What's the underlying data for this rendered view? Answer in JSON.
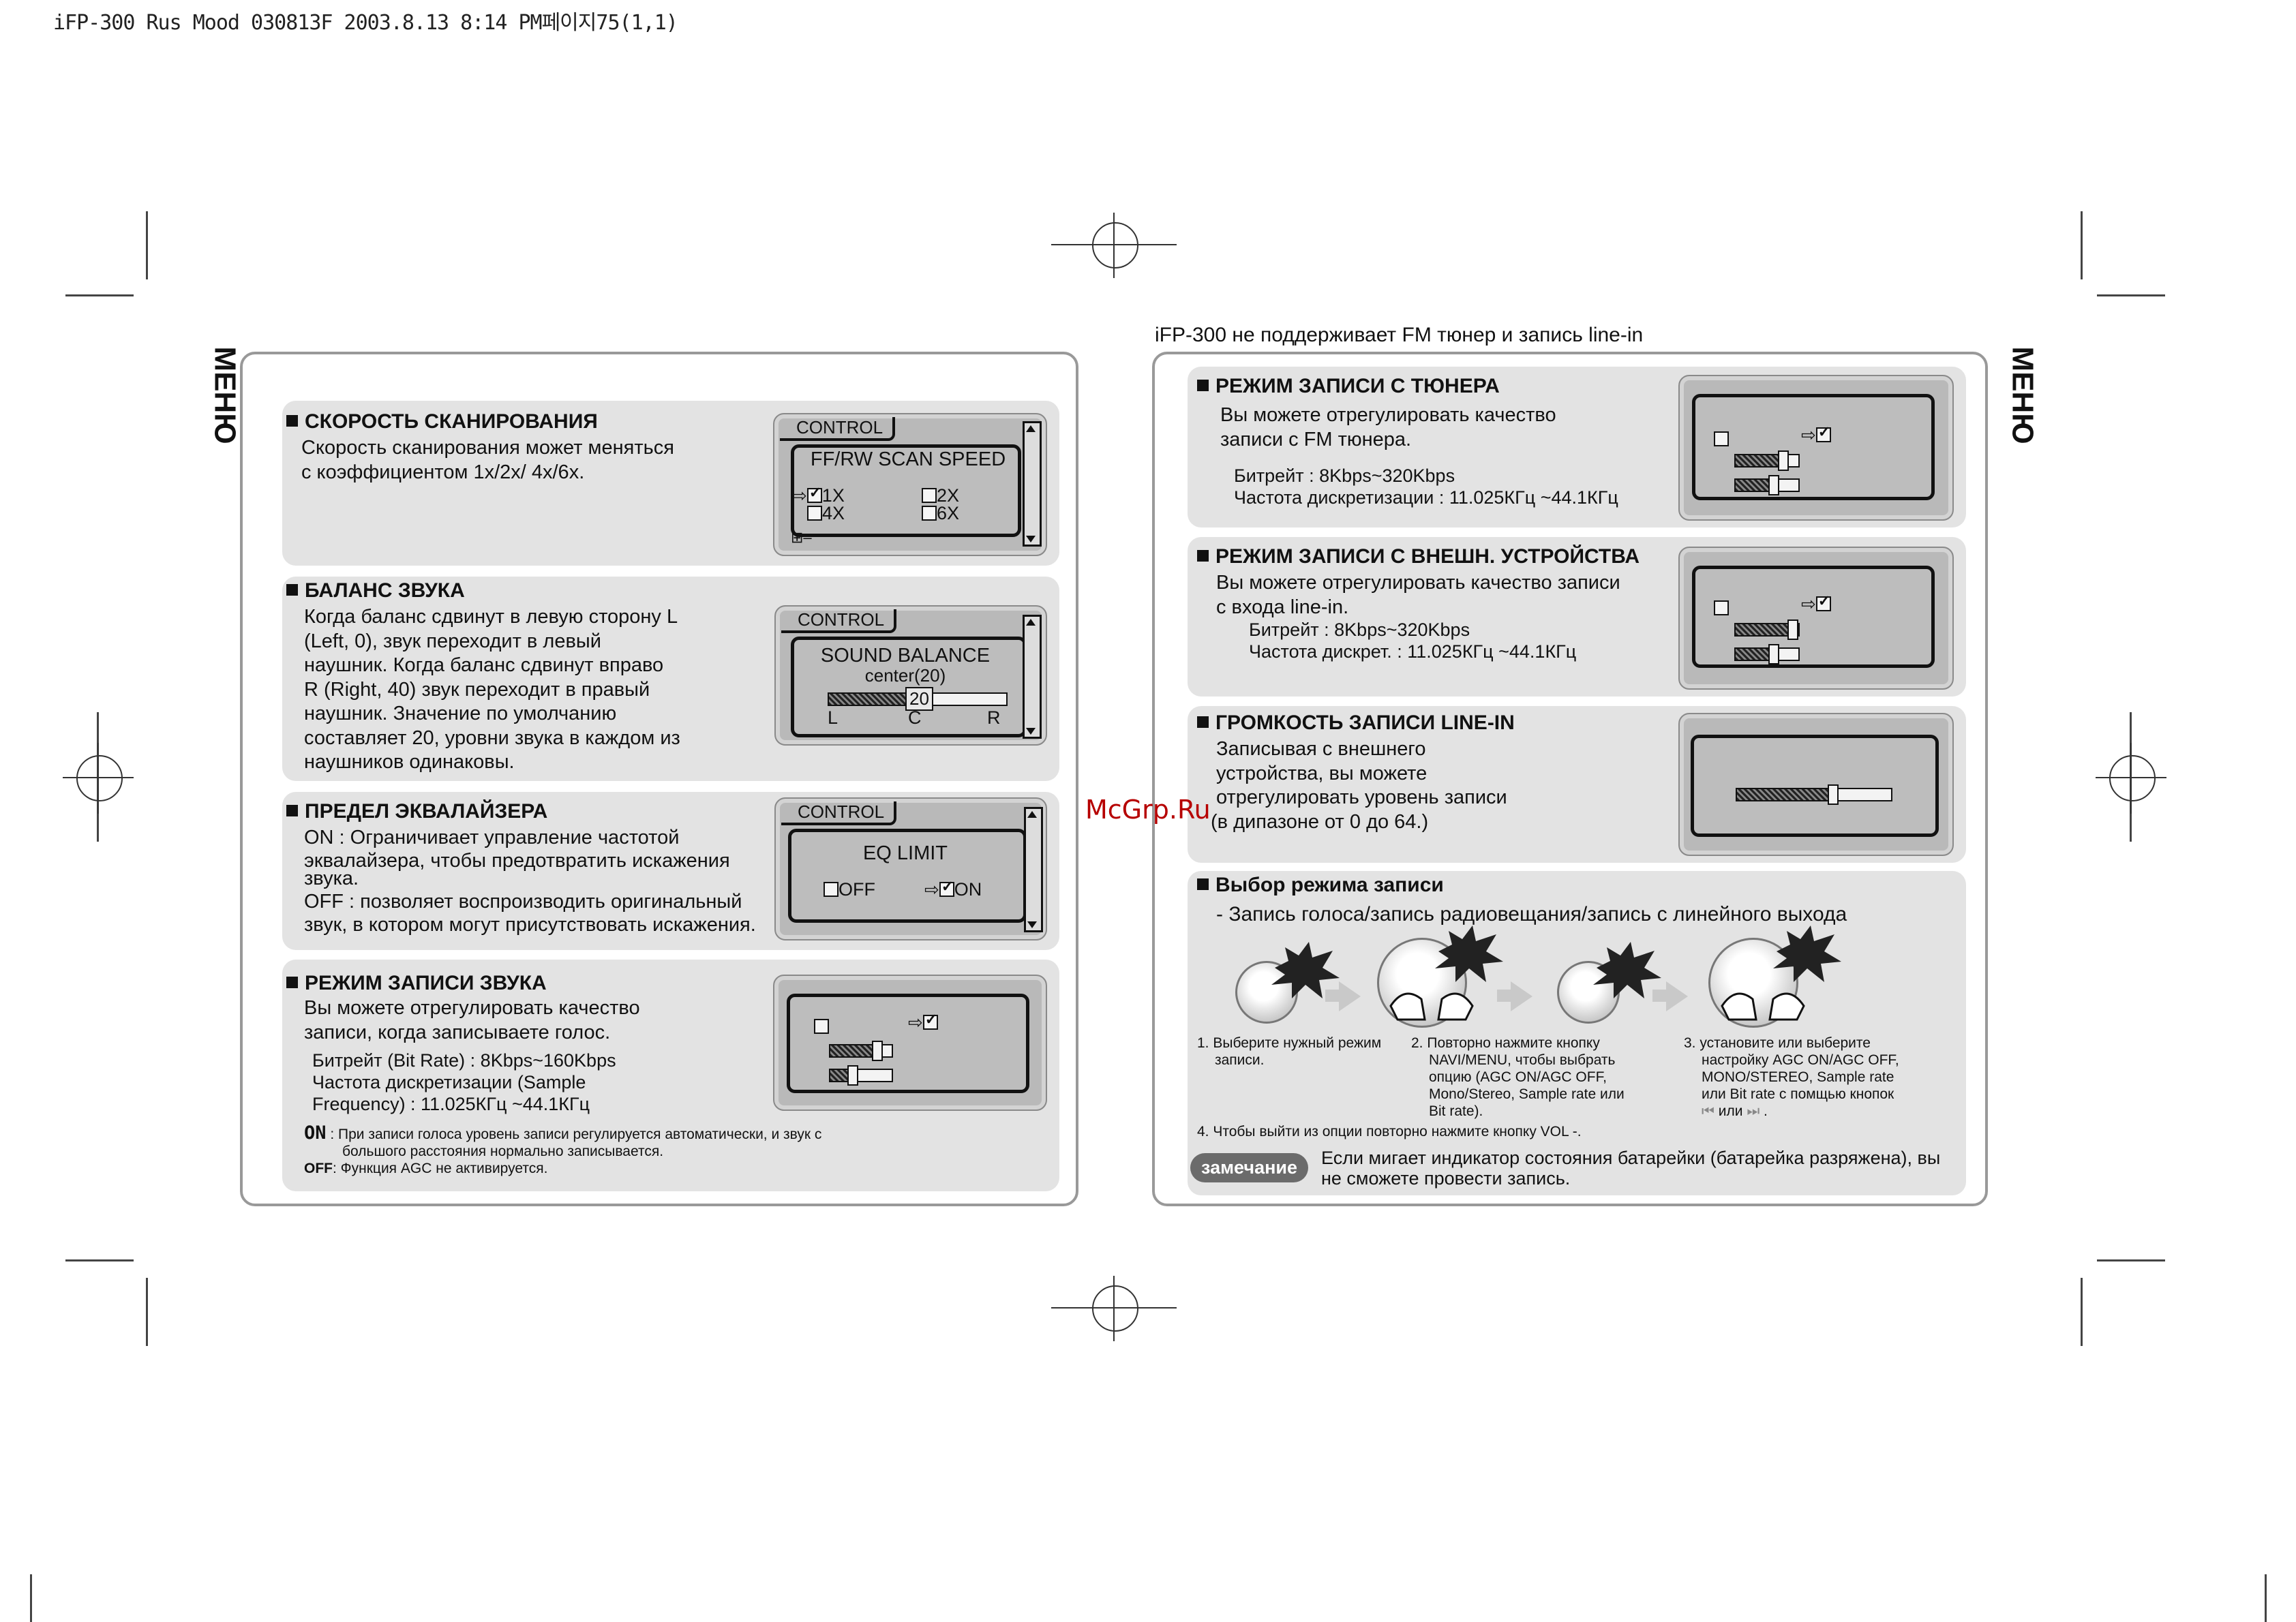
{
  "header": {
    "text": "iFP-300 Rus Mood 030813F  2003.8.13 8:14 PM페이지75(1,1)"
  },
  "side_labels": {
    "left": "МЕНЮ",
    "right": "МЕНЮ"
  },
  "right_page_note": "iFP-300 не поддерживает FM тюнер и запись line-in",
  "watermark": "McGrp.Ru",
  "left": {
    "scan": {
      "title": "СКОРОСТЬ СКАНИРОВАНИЯ",
      "lines": [
        "Скорость сканирования может меняться",
        "с коэффициентом 1x/2x/ 4x/6x."
      ],
      "lcd": {
        "tab": "CONTROL",
        "heading": "FF/RW SCAN SPEED",
        "opt1": "1X",
        "opt2": "2X",
        "opt3": "4X",
        "opt4": "6X",
        "icon": "⊞–"
      }
    },
    "balance": {
      "title": "БАЛАНС ЗВУКА",
      "lines": [
        "Когда баланс сдвинут в левую сторону L",
        "(Left, 0), звук переходит в левый",
        "наушник. Когда баланс сдвинут вправо",
        "R (Right, 40) звук переходит в правый",
        "наушник.  Значение по умолчанию",
        "составляет 20, уровни звука в каждом из",
        "наушников одинаковы."
      ],
      "lcd": {
        "tab": "CONTROL",
        "heading": "SOUND BALANCE",
        "sub": "center(20)",
        "value": "20",
        "l": "L",
        "c": "C",
        "r": "R",
        "level": 0.5
      }
    },
    "eq": {
      "title": "ПРЕДЕЛ ЭКВАЛАЙЗЕРА",
      "lines": [
        "ON : Ограничивает управление частотой",
        "эквалайзера, чтобы предотвратить искажения",
        "звука.",
        "OFF : позволяет воспроизводить оригинальный",
        "звук, в котором могут присутствовать искажения."
      ],
      "lcd": {
        "tab": "CONTROL",
        "heading": "EQ LIMIT",
        "off": "OFF",
        "on": "ON"
      }
    },
    "voice": {
      "title": "РЕЖИМ ЗАПИСИ ЗВУКА",
      "lines": [
        "Вы можете отрегулировать качество",
        "записи, когда записываете голос."
      ],
      "sub_lines": [
        "Битрейт (Bit Rate) : 8Kbps~160Kbps",
        "Частота дискретизации (Sample",
        "Frequency) : 11.025КГц ~44.1КГц"
      ],
      "on_label": "ON",
      "on_text": ": При записи голоса уровень записи регулируется автоматически, и звук с",
      "on_text2": "большого расстояния нормально записывается.",
      "off_label": "OFF",
      "off_text": ": Функция AGC не активируется.",
      "lcd": {
        "level1": 0.75,
        "level2": 0.35
      }
    }
  },
  "right": {
    "tuner": {
      "title": "РЕЖИМ ЗАПИСИ С ТЮНЕРА",
      "lines": [
        "Вы можете отрегулировать качество",
        "записи с FM тюнера."
      ],
      "sub_lines": [
        "Битрейт : 8Kbps~320Kbps",
        "Частота дискретизации : 11.025КГц  ~44.1КГц"
      ],
      "lcd": {
        "level1": 0.75,
        "level2": 0.6
      }
    },
    "external": {
      "title": "РЕЖИМ ЗАПИСИ С ВНЕШН. УСТРОЙСТВА",
      "lines": [
        "Вы можете отрегулировать качество записи",
        "с входа line-in."
      ],
      "sub_lines": [
        "Битрейт : 8Kbps~320Kbps",
        "Частота дискрет. : 11.025КГц ~44.1КГц"
      ],
      "lcd": {
        "level1": 0.9,
        "level2": 0.6
      }
    },
    "linein": {
      "title": "ГРОМКОСТЬ ЗАПИСИ LINE-IN",
      "lines": [
        "Записывая с внешнего",
        "устройства, вы можете",
        "отрегулировать уровень записи",
        "(в дипазоне от 0 до 64.)"
      ],
      "lcd": {
        "level": 0.62
      }
    },
    "mode": {
      "title": "Выбор  режима записи",
      "subtitle": "- Запись голоса/запись радиовещания/запись с линейного выхода",
      "step1": [
        "1. Выберите нужный режим",
        "записи."
      ],
      "step2": [
        "2. Повторно нажмите кнопку",
        "NAVI/MENU, чтобы выбрать",
        "опцию (AGC ON/AGC OFF,",
        "Mono/Stereo, Sample rate или",
        "Bit rate)."
      ],
      "step3": [
        "3. установите или выберите",
        "настройку AGC ON/AGC OFF,",
        "MONO/STEREO, Sample rate",
        "или Bit rate с помщью кнопок"
      ],
      "step3_tail": "или",
      "step4": "4. Чтобы выйти из опции повторно нажмите кнопку VOL -.",
      "note_label": "замечание",
      "note_lines": [
        "Если мигает индикатор состояния батарейки (батарейка разряжена), вы",
        "не сможете провести запись."
      ]
    }
  }
}
